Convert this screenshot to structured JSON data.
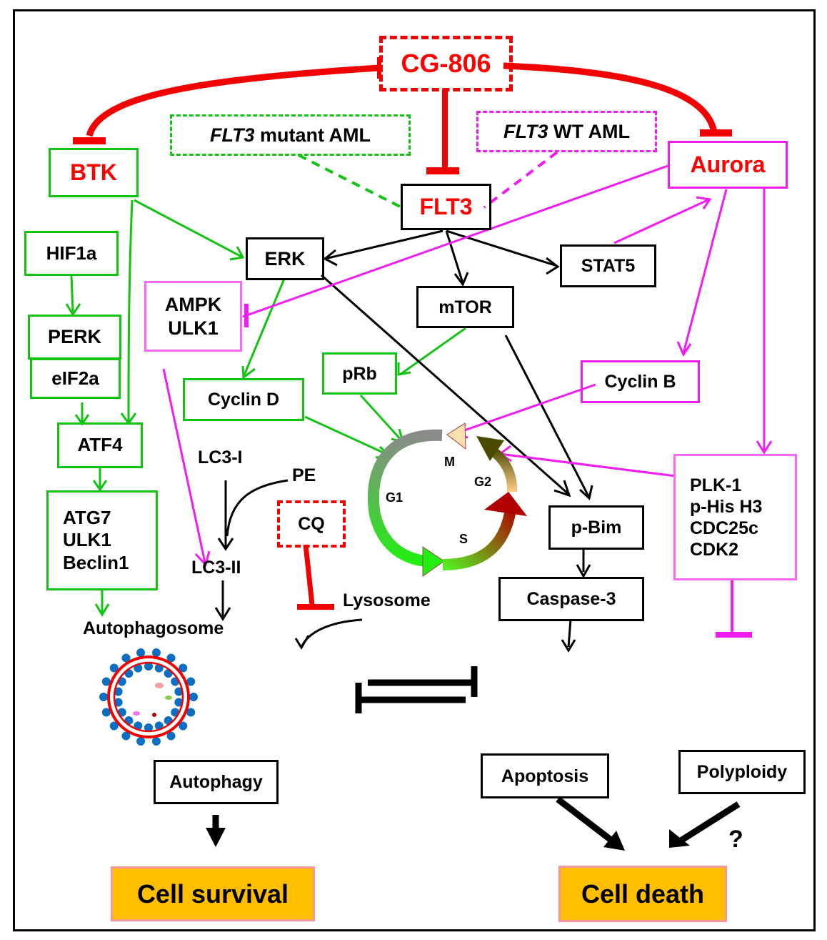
{
  "title": "CG-806 mechanism of action in AML",
  "colors": {
    "inhibitor_red": "#f20000",
    "flt3_mutant_green": "#13c313",
    "flt3_wt_magenta": "#f21cf2",
    "outcome_fill": "#ffbf00",
    "outcome_border": "#f79898"
  },
  "drug": {
    "label": "CG-806"
  },
  "contexts": {
    "mutant": {
      "gene": "FLT3",
      "rest": " mutant AML"
    },
    "wt": {
      "gene": "FLT3",
      "rest": " WT AML"
    }
  },
  "targets": {
    "btk": "BTK",
    "flt3": "FLT3",
    "aurora": "Aurora"
  },
  "nodes": {
    "hif1a": "HIF1a",
    "perk": "PERK",
    "eif2a": "eIF2a",
    "atf4": "ATF4",
    "atg_box": [
      "ATG7",
      "ULK1",
      "Beclin1"
    ],
    "ampk_box": [
      "AMPK",
      "ULK1"
    ],
    "erk": "ERK",
    "stat5": "STAT5",
    "mtor": "mTOR",
    "prb": "pRb",
    "cyclin_d": "Cyclin D",
    "cyclin_b": "Cyclin B",
    "plk_box": [
      "PLK-1",
      "p-His H3",
      "CDC25c",
      "CDK2"
    ],
    "p_bim": "p-Bim",
    "caspase3": "Caspase-3",
    "cq": "CQ"
  },
  "labels": {
    "lc3_i": "LC3-I",
    "lc3_ii": "LC3-II",
    "pe": "PE",
    "lysosome": "Lysosome",
    "autophagosome": "Autophagosome",
    "question": "?"
  },
  "cell_cycle": {
    "phases": [
      "G1",
      "S",
      "G2",
      "M"
    ]
  },
  "processes": {
    "autophagy": "Autophagy",
    "apoptosis": "Apoptosis",
    "polyploidy": "Polyploidy"
  },
  "outcomes": {
    "survival": "Cell survival",
    "death": "Cell death"
  }
}
